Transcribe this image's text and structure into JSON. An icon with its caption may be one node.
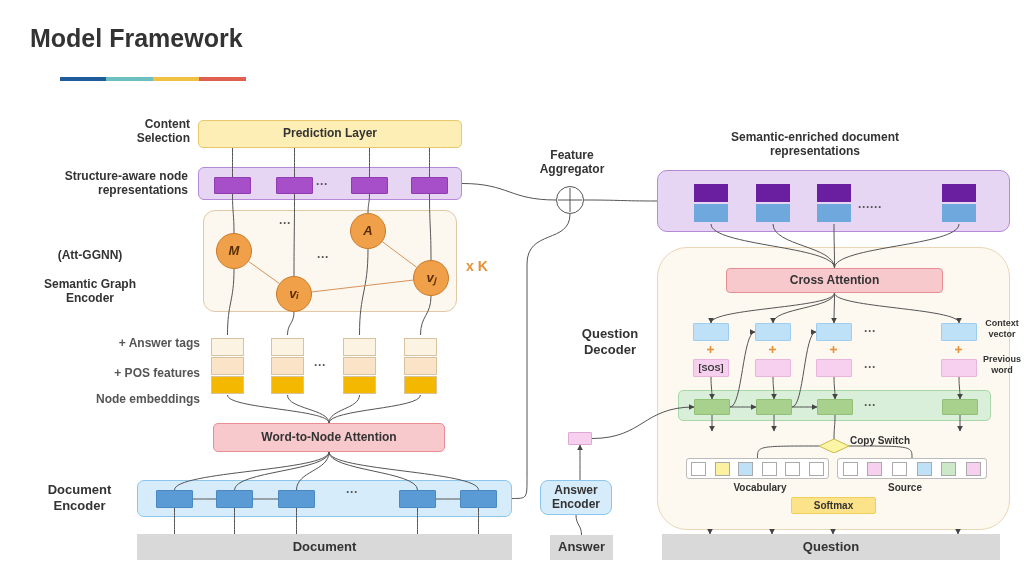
{
  "diagram": {
    "title": "Model Framework",
    "nodes": [
      {
        "text": [
          "Prediction Layer"
        ],
        "beside": [
          "Content Selection"
        ]
      },
      {
        "text": [],
        "shape": "box",
        "beside": [
          "Structure-aware node representations"
        ]
      },
      {
        "text": [],
        "shape": "box",
        "in": 1
      },
      {
        "text": [],
        "shape": "box",
        "in": 1
      },
      {
        "text": [],
        "shape": "box",
        "in": 1
      },
      {
        "text": [],
        "shape": "box",
        "in": 1
      },
      {
        "text": [],
        "shape": "box",
        "beside": [
          "(Att-GGNN)",
          "Semantic Graph Encoder",
          "x K"
        ]
      },
      {
        "text": [
          "M"
        ],
        "in": 6
      },
      {
        "text": [
          "vᵢ"
        ],
        "in": 6
      },
      {
        "text": [
          "A"
        ],
        "in": 6
      },
      {
        "text": [
          "vⱼ"
        ],
        "in": 6
      },
      {
        "text": [],
        "shape": "box"
      },
      {
        "text": [],
        "shape": "box"
      },
      {
        "text": [],
        "shape": "box"
      },
      {
        "text": [],
        "shape": "box"
      },
      {
        "text": [
          "Word-to-Node Attention"
        ]
      },
      {
        "text": [],
        "shape": "box",
        "beside": [
          "Document Encoder"
        ]
      },
      {
        "text": [],
        "shape": "box",
        "in": 16
      },
      {
        "text": [],
        "shape": "box",
        "in": 16
      },
      {
        "text": [],
        "shape": "box",
        "in": 16
      },
      {
        "text": [],
        "shape": "box",
        "in": 16
      },
      {
        "text": [],
        "shape": "box",
        "in": 16
      },
      {
        "text": [
          "Document"
        ]
      },
      {
        "text": [],
        "shape": "circle",
        "beside": [
          "Feature Aggregator"
        ]
      },
      {
        "text": [],
        "shape": "box"
      },
      {
        "text": [
          "Answer Encoder"
        ]
      },
      {
        "text": [
          "Answer"
        ]
      },
      {
        "text": [],
        "shape": "box",
        "beside": [
          "Semantic-enriched document representations"
        ]
      },
      {
        "text": [],
        "shape": "box",
        "in": 27
      },
      {
        "text": [],
        "shape": "box",
        "in": 27
      },
      {
        "text": [],
        "shape": "box",
        "in": 27
      },
      {
        "text": [],
        "shape": "box",
        "in": 27
      },
      {
        "text": [],
        "shape": "box",
        "beside": [
          "Question Decoder"
        ]
      },
      {
        "text": [
          "Cross Attention"
        ],
        "in": 32
      },
      {
        "text": [],
        "shape": "box",
        "in": 32
      },
      {
        "text": [],
        "shape": "box",
        "in": 32
      },
      {
        "text": [],
        "shape": "box",
        "in": 32
      },
      {
        "text": [],
        "shape": "box",
        "in": 32,
        "beside": [
          "Context vector"
        ]
      },
      {
        "text": [
          "[SOS]"
        ],
        "in": 32
      },
      {
        "text": [],
        "shape": "box",
        "in": 32
      },
      {
        "text": [],
        "shape": "box",
        "in": 32
      },
      {
        "text": [],
        "shape": "box",
        "in": 32,
        "beside": [
          "Previous word"
        ]
      },
      {
        "text": [],
        "shape": "box",
        "in": 32
      },
      {
        "text": [],
        "shape": "box",
        "in": 42
      },
      {
        "text": [],
        "shape": "box",
        "in": 42
      },
      {
        "text": [],
        "shape": "box",
        "in": 42
      },
      {
        "text": [],
        "shape": "box",
        "in": 42
      },
      {
        "text": [],
        "shape": "diamond",
        "in": 32,
        "beside": [
          "Copy Switch"
        ]
      },
      {
        "text": [],
        "shape": "bar",
        "in": 32,
        "beside": [
          "Vocabulary"
        ]
      },
      {
        "text": [],
        "shape": "bar",
        "in": 32,
        "beside": [
          "Source"
        ]
      },
      {
        "text": [
          "Softmax"
        ],
        "in": 32
      },
      {
        "text": [
          "Question"
        ]
      }
    ],
    "edges": [
      {
        "from": 22,
        "to": 17,
        "arrow": "none"
      },
      {
        "from": 22,
        "to": 18,
        "arrow": "none"
      },
      {
        "from": 22,
        "to": 19,
        "arrow": "none"
      },
      {
        "from": 22,
        "to": 20,
        "arrow": "none"
      },
      {
        "from": 22,
        "to": 21,
        "arrow": "none"
      },
      {
        "from": 17,
        "to": 18,
        "arrow": "none"
      },
      {
        "from": 18,
        "to": 19,
        "arrow": "none"
      },
      {
        "from": 20,
        "to": 21,
        "arrow": "none"
      },
      {
        "from": 17,
        "to": 15,
        "arrow": "none"
      },
      {
        "from": 18,
        "to": 15,
        "arrow": "none"
      },
      {
        "from": 19,
        "to": 15,
        "arrow": "none"
      },
      {
        "from": 20,
        "to": 15,
        "arrow": "none"
      },
      {
        "from": 21,
        "to": 15,
        "arrow": "none"
      },
      {
        "from": 15,
        "to": 11,
        "arrow": "none"
      },
      {
        "from": 15,
        "to": 12,
        "arrow": "none"
      },
      {
        "from": 15,
        "to": 13,
        "arrow": "none"
      },
      {
        "from": 15,
        "to": 14,
        "arrow": "none"
      },
      {
        "from": 11,
        "to": 7,
        "arrow": "none"
      },
      {
        "from": 12,
        "to": 8,
        "arrow": "none"
      },
      {
        "from": 13,
        "to": 9,
        "arrow": "none"
      },
      {
        "from": 14,
        "to": 10,
        "arrow": "none"
      },
      {
        "from": 7,
        "to": 2,
        "arrow": "none"
      },
      {
        "from": 8,
        "to": 3,
        "arrow": "none"
      },
      {
        "from": 9,
        "to": 4,
        "arrow": "none"
      },
      {
        "from": 10,
        "to": 5,
        "arrow": "none"
      },
      {
        "from": 2,
        "to": 0,
        "arrow": "none"
      },
      {
        "from": 3,
        "to": 0,
        "arrow": "none"
      },
      {
        "from": 4,
        "to": 0,
        "arrow": "none"
      },
      {
        "from": 5,
        "to": 0,
        "arrow": "none"
      },
      {
        "from": 7,
        "to": 8,
        "arrow": "none",
        "color": "#d9925a"
      },
      {
        "from": 8,
        "to": 10,
        "arrow": "none",
        "color": "#d9925a"
      },
      {
        "from": 9,
        "to": 10,
        "arrow": "none",
        "color": "#d9925a"
      },
      {
        "from": 1,
        "to": 23,
        "arrow": "none"
      },
      {
        "from": 16,
        "to": 23,
        "arrow": "none"
      },
      {
        "from": 23,
        "to": 27,
        "arrow": "none"
      },
      {
        "from": 26,
        "to": 25,
        "arrow": "none"
      },
      {
        "from": 25,
        "to": 24,
        "arrow": "to"
      },
      {
        "from": 24,
        "to": 43,
        "arrow": "to"
      },
      {
        "from": 28,
        "to": 33,
        "arrow": "none"
      },
      {
        "from": 29,
        "to": 33,
        "arrow": "none"
      },
      {
        "from": 30,
        "to": 33,
        "arrow": "none"
      },
      {
        "from": 31,
        "to": 33,
        "arrow": "none"
      },
      {
        "from": 33,
        "to": 34,
        "arrow": "to"
      },
      {
        "from": 33,
        "to": 35,
        "arrow": "to"
      },
      {
        "from": 33,
        "to": 36,
        "arrow": "to"
      },
      {
        "from": 33,
        "to": 37,
        "arrow": "to"
      },
      {
        "from": 38,
        "to": 43,
        "arrow": "to"
      },
      {
        "from": 39,
        "to": 44,
        "arrow": "to"
      },
      {
        "from": 40,
        "to": 45,
        "arrow": "to"
      },
      {
        "from": 41,
        "to": 46,
        "arrow": "to"
      },
      {
        "from": 43,
        "to": 44,
        "arrow": "to"
      },
      {
        "from": 44,
        "to": 45,
        "arrow": "to"
      },
      {
        "from": 43,
        "to": 35,
        "arrow": "to"
      },
      {
        "from": 44,
        "to": 36,
        "arrow": "to"
      },
      {
        "from": 45,
        "to": 47,
        "arrow": "none"
      },
      {
        "from": 47,
        "to": 48,
        "arrow": "none"
      },
      {
        "from": 47,
        "to": 49,
        "arrow": "none"
      },
      {
        "from": 43,
        "to": null,
        "arrow": "to"
      },
      {
        "from": 44,
        "to": null,
        "arrow": "to"
      },
      {
        "from": 46,
        "to": null,
        "arrow": "to"
      },
      {
        "from": 32,
        "to": 51,
        "arrow": "to"
      },
      {
        "from": 32,
        "to": 51,
        "arrow": "to"
      },
      {
        "from": 32,
        "to": 51,
        "arrow": "to"
      },
      {
        "from": 32,
        "to": 51,
        "arrow": "to"
      }
    ],
    "labels": [
      "···",
      "···",
      "···",
      "+ Answer tags",
      "+ POS features",
      "···",
      "Node embeddings",
      "···",
      "······",
      "···",
      "···",
      "···"
    ]
  }
}
